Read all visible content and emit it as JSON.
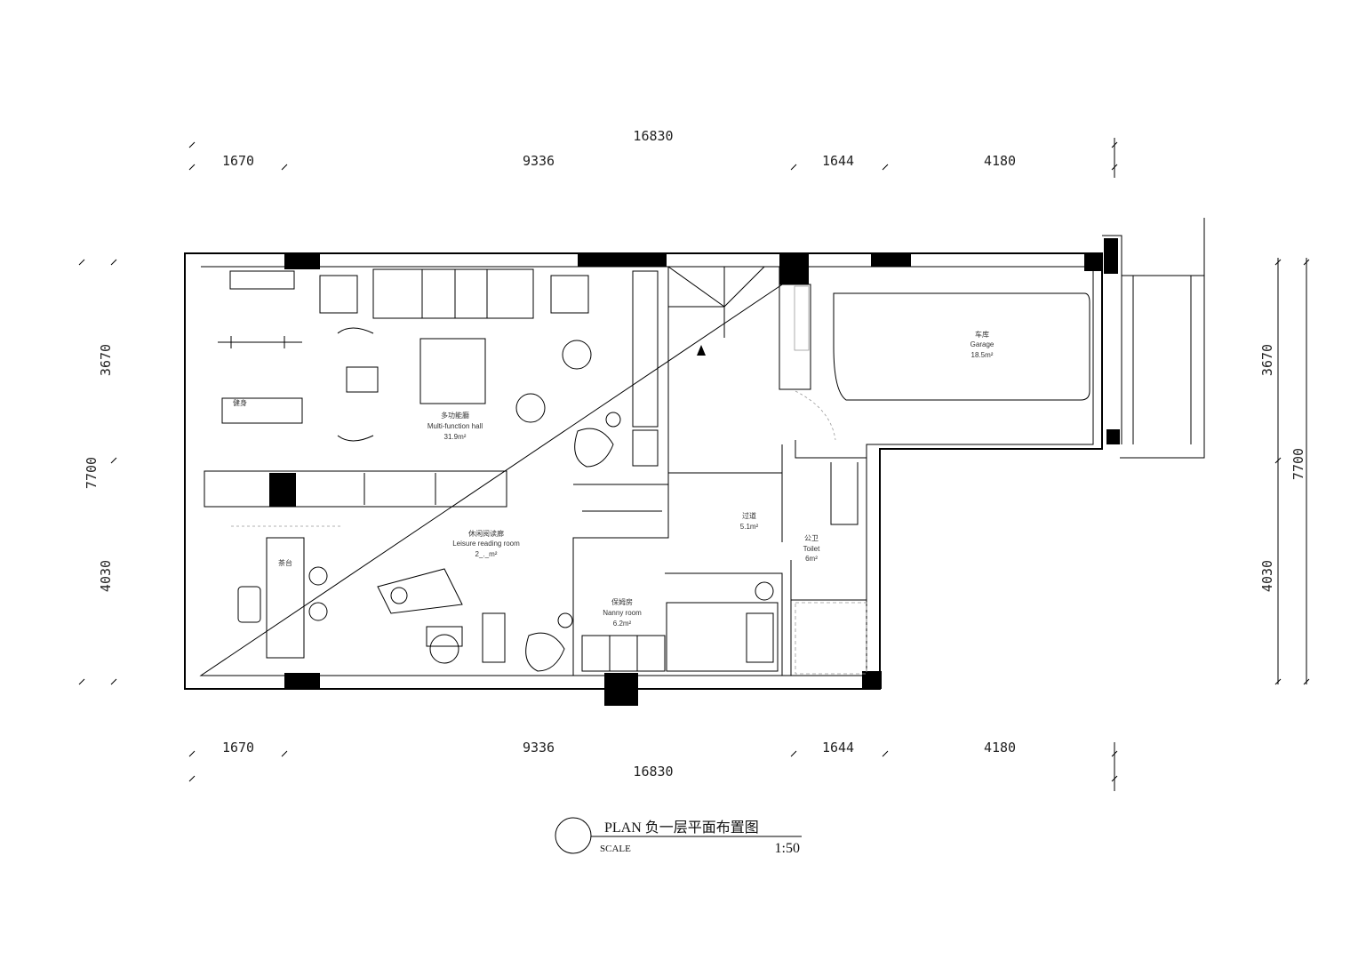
{
  "dimensions": {
    "top_total": "16830",
    "top_segments": [
      "1670",
      "9336",
      "1644",
      "4180"
    ],
    "bottom_segments": [
      "1670",
      "9336",
      "1644",
      "4180"
    ],
    "bottom_total": "16830",
    "left": [
      "3670",
      "7700",
      "4030"
    ],
    "right": [
      "3670",
      "7700",
      "4030"
    ]
  },
  "rooms": {
    "fitness": {
      "zh": "健身"
    },
    "multi_hall": {
      "zh": "多功能廳",
      "en": "Multi-function hall",
      "area": "31.9m²"
    },
    "leisure": {
      "zh": "休闲阅读廊",
      "en": "Leisure reading room",
      "area": "2_._m²"
    },
    "tea": {
      "zh": "茶台"
    },
    "corridor": {
      "zh": "过道",
      "area": "5.1m²"
    },
    "toilet": {
      "zh": "公卫",
      "en": "Toilet",
      "area": "6m²"
    },
    "nanny": {
      "zh": "保姆房",
      "en": "Nanny room",
      "area": "6.2m²"
    },
    "garage": {
      "zh": "车库",
      "en": "Garage",
      "area": "18.5m²"
    }
  },
  "title_block": {
    "title": "PLAN 负一层平面布置图",
    "scale_label": "SCALE",
    "scale_value": "1:50"
  }
}
